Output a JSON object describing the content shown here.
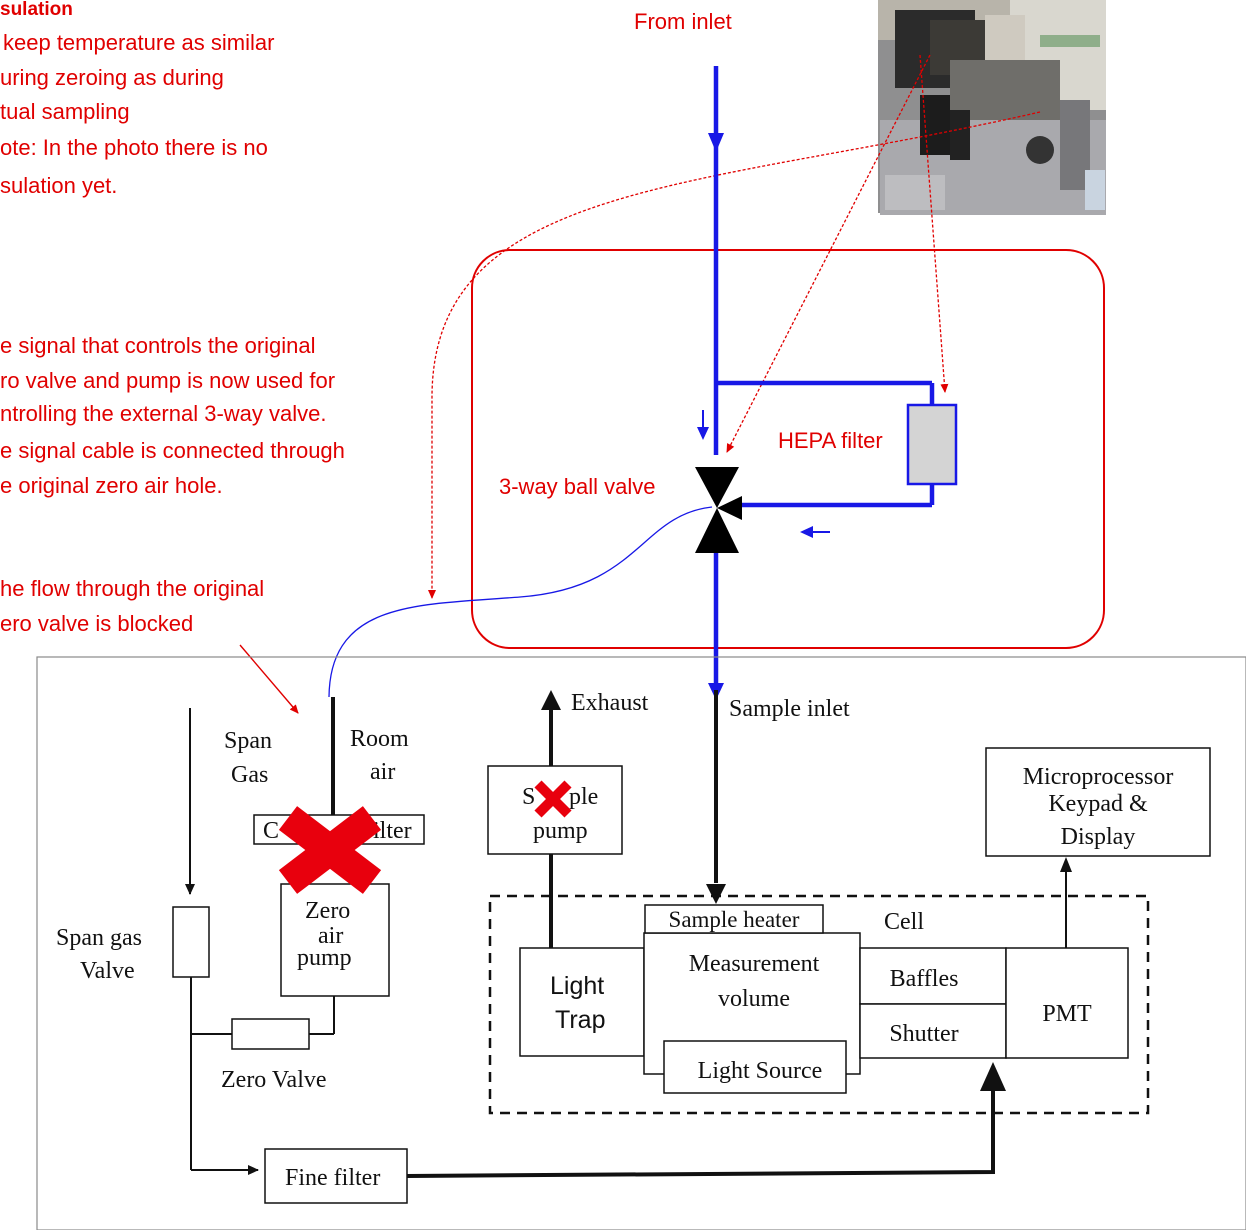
{
  "top_label": "From inlet",
  "annotations": {
    "insulation": {
      "title": "sulation",
      "lines": [
        "keep temperature as similar",
        "uring zeroing as during",
        "tual sampling",
        "ote:  In  the  photo  there  is  no",
        "sulation yet."
      ]
    },
    "signal": {
      "lines": [
        "e signal that controls the original",
        "ro valve and pump is now used for",
        "ntrolling the external 3-way valve.",
        "e signal cable is connected through",
        "e  original zero air hole."
      ]
    },
    "blocked": {
      "lines": [
        "he flow through the original",
        "ero valve is blocked"
      ]
    }
  },
  "modification": {
    "hepa_filter": "HEPA filter",
    "three_way_valve": "3-way ball valve"
  },
  "analyzer": {
    "exhaust": "Exhaust",
    "sample_inlet": "Sample inlet",
    "span_gas": [
      "Span",
      "Gas"
    ],
    "room_air": [
      "Room",
      "air"
    ],
    "filter_left": "C",
    "filter_right": "ilter",
    "sample_pump": [
      "S",
      "ple",
      "pump"
    ],
    "microprocessor": [
      "Microprocessor",
      "Keypad &",
      "Display"
    ],
    "zero_air_pump": [
      "Zero",
      "air",
      "pump"
    ],
    "span_gas_valve": [
      "Span gas",
      "Valve"
    ],
    "sample_heater": "Sample heater",
    "cell": "Cell",
    "light_trap": [
      "Light",
      "Trap"
    ],
    "measurement_volume": [
      "Measurement",
      "volume"
    ],
    "baffles": "Baffles",
    "shutter": "Shutter",
    "pmt": "PMT",
    "light_source": "Light Source",
    "zero_valve": "Zero Valve",
    "fine_filter": "Fine filter"
  },
  "colors": {
    "annotation_red": "#e00000",
    "flow_blue": "#1818e6",
    "blocked_x": "#e8000d",
    "line_black": "#111111"
  }
}
